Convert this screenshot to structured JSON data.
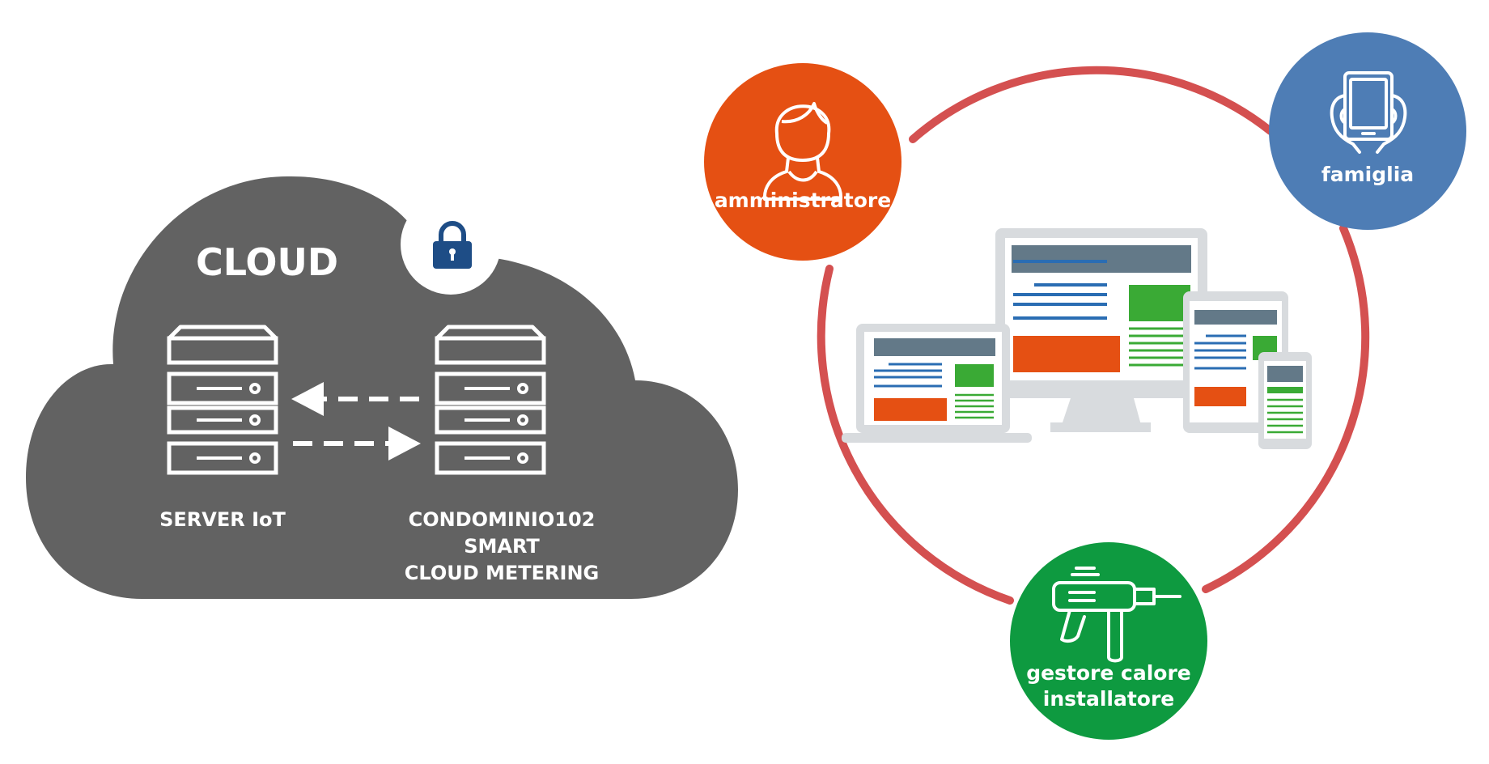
{
  "cloud": {
    "title": "CLOUD",
    "server_iot_label": "SERVER IoT",
    "platform_label_lines": [
      "CONDOMINIO102",
      "SMART",
      "CLOUD METERING"
    ],
    "lock_icon": "padlock-icon"
  },
  "roles": {
    "administrator": "amministratore",
    "family": "famiglia",
    "installer_lines": [
      "gestore calore",
      "installatore"
    ]
  },
  "icons": {
    "administrator": "woman-user-icon",
    "family": "hands-holding-tablet-icon",
    "installer": "drill-tool-icon",
    "devices": "responsive-devices-icon",
    "server": "server-rack-icon"
  },
  "colors": {
    "cloud": "#626262",
    "ring": "#d45050",
    "administrator": "#e55013",
    "family": "#4e7db5",
    "installer": "#0e9a40",
    "lock": "#1e4d86",
    "device_frame": "#d8dbde",
    "screen_header": "#637988",
    "blue_text": "#2a6db3",
    "green_block": "#3aaa35",
    "orange_block": "#e55013"
  }
}
